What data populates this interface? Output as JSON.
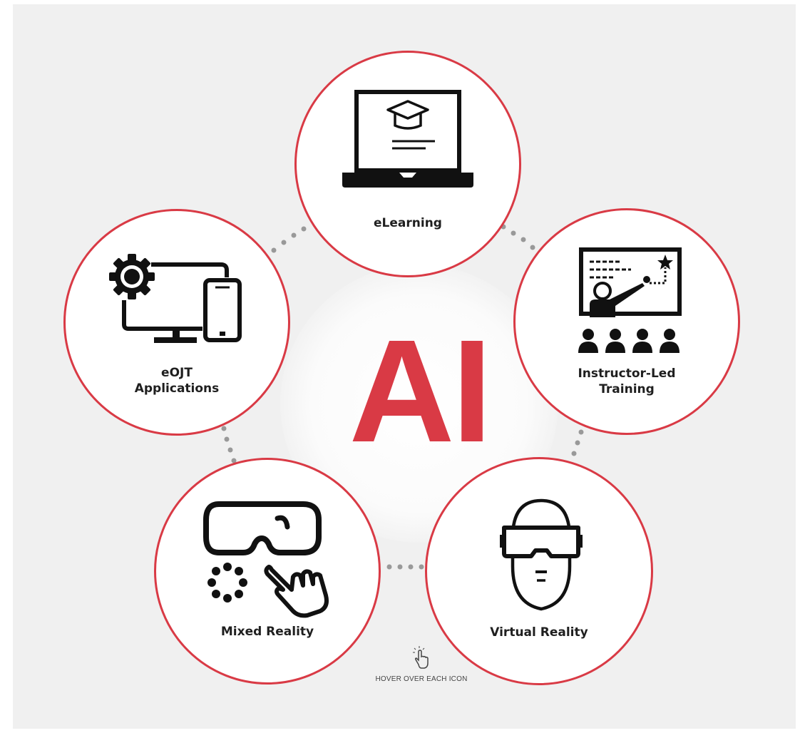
{
  "center": {
    "title": "AI"
  },
  "nodes": [
    {
      "id": "elearning",
      "label": "eLearning",
      "icon": "laptop-graduation-cap-icon"
    },
    {
      "id": "ilt",
      "label": "Instructor-Led\nTraining",
      "icon": "instructor-presentation-icon"
    },
    {
      "id": "vr",
      "label": "Virtual Reality",
      "icon": "vr-headset-person-icon"
    },
    {
      "id": "mr",
      "label": "Mixed Reality",
      "icon": "mixed-reality-goggles-hand-icon"
    },
    {
      "id": "eojt",
      "label": "eOJT\nApplications",
      "icon": "devices-gear-icon"
    }
  ],
  "hint": {
    "text": "HOVER OVER EACH ICON",
    "icon": "pointer-hand-icon"
  },
  "colors": {
    "accent": "#d93a45",
    "background": "#f0f0f0",
    "dots": "#999999",
    "icon": "#111111"
  }
}
